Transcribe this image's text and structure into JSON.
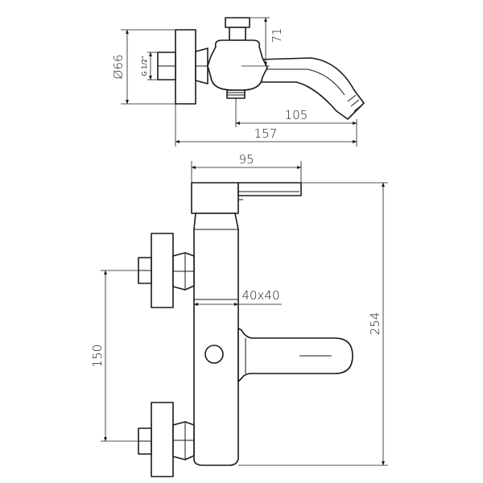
{
  "drawing": {
    "top_view": {
      "diameter_label": "Ø66",
      "thread_label": "G 1/2\"",
      "height_label": "71",
      "spout_length_label": "105",
      "total_depth_label": "157"
    },
    "front_view": {
      "width_label": "95",
      "section_label": "40x40",
      "connection_spacing_label": "150",
      "total_height_label": "254"
    }
  }
}
